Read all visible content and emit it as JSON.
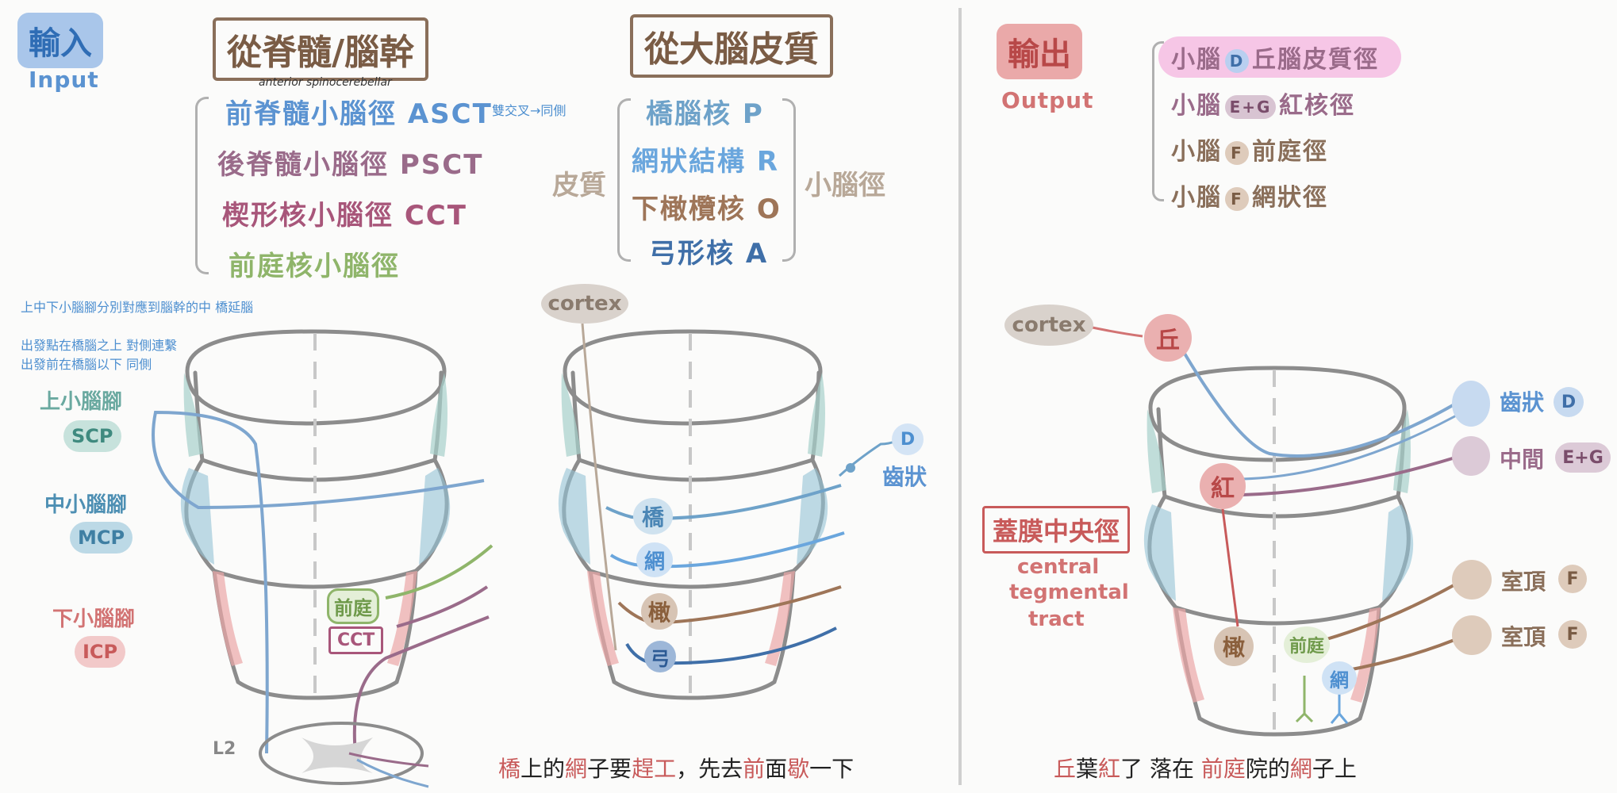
{
  "input": {
    "title": "輸入",
    "subtitle": "Input",
    "spinal_header": "從脊髓/腦幹",
    "cerebral_header": "從大腦皮質",
    "spinal_note": "anterior spinocerebellar",
    "spinal_tracts": [
      "前脊髓小腦徑 ASCT",
      "後脊髓小腦徑 PSCT",
      "楔形核小腦徑 CCT",
      "前庭核小腦徑"
    ],
    "cross_note": "雙交叉→同側",
    "cortex_label": "皮質",
    "cerebellar_label": "小腦徑",
    "cortical_nuclei": [
      "橋腦核 P",
      "網狀結構 R",
      "下橄欖核 O",
      "弓形核 A"
    ],
    "notes": [
      "上中下小腦腳分別對應到腦幹的中 橋延腦",
      "出發點在橋腦之上 對側連繫",
      "出發前在橋腦以下 同側"
    ],
    "peduncles": [
      {
        "name": "上小腦腳",
        "abbr": "SCP"
      },
      {
        "name": "中小腦腳",
        "abbr": "MCP"
      },
      {
        "name": "下小腦腳",
        "abbr": "ICP"
      }
    ],
    "diagram_labels": {
      "vestibular": "前庭",
      "cct": "CCT",
      "level": "L2",
      "cortex": "cortex",
      "pons": "橋",
      "reticular": "網",
      "olive": "橄",
      "arcuate": "弓",
      "dentate_letter": "D",
      "dentate": "齒狀"
    },
    "mnemonic": {
      "parts": [
        "橋",
        "上的",
        "網",
        "子要",
        "趕工",
        "，先去",
        "前",
        "面",
        "歇",
        "一下"
      ]
    }
  },
  "output": {
    "title": "輸出",
    "subtitle": "Output",
    "paths": [
      {
        "pre": "小腦",
        "nucleus": "D",
        "post": "丘腦皮質徑"
      },
      {
        "pre": "小腦",
        "nucleus": "E+G",
        "post": "紅核徑"
      },
      {
        "pre": "小腦",
        "nucleus": "F",
        "post": "前庭徑"
      },
      {
        "pre": "小腦",
        "nucleus": "F",
        "post": "網狀徑"
      }
    ],
    "ctt_label": "蓋膜中央徑",
    "ctt_english": [
      "central",
      "tegmental",
      "tract"
    ],
    "diagram_labels": {
      "cortex": "cortex",
      "thalamus": "丘",
      "red": "紅",
      "olive": "橄",
      "vestibular": "前庭",
      "reticular": "網"
    },
    "nuclei": [
      {
        "name": "齒狀",
        "letter": "D"
      },
      {
        "name": "中間",
        "letter": "E+G"
      },
      {
        "name": "室頂",
        "letter": "F"
      },
      {
        "name": "室頂",
        "letter": "F"
      }
    ],
    "mnemonic": {
      "parts": [
        "丘",
        "葉",
        "紅",
        "了 落在 ",
        "前庭",
        "院的",
        "網",
        "子上"
      ]
    }
  },
  "colors": {
    "blue": "#5b93d1",
    "teal": "#6aa9a0",
    "red": "#d27373",
    "pink": "#c85a5a",
    "brown": "#8a6f5a",
    "purple": "#9a6b8a",
    "green": "#8fb56a",
    "grey": "#8a8a8a"
  }
}
